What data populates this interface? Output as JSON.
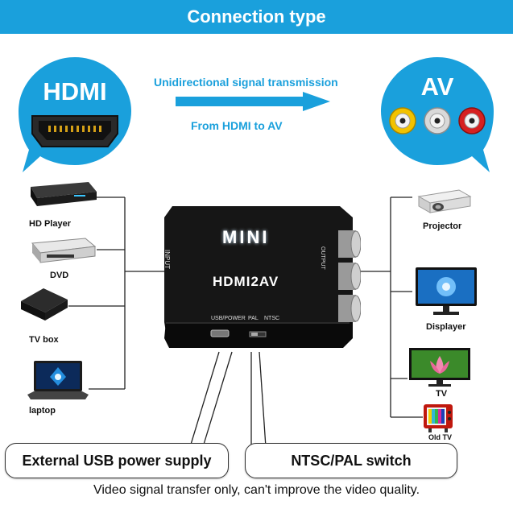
{
  "header": {
    "title": "Connection type"
  },
  "source": {
    "label": "HDMI"
  },
  "target": {
    "label": "AV"
  },
  "flow": {
    "line1": "Unidirectional signal transmission",
    "line2": "From HDMI to AV"
  },
  "device": {
    "brand": "MINI",
    "model": "HDMI2AV",
    "input_label": "INPUT",
    "output_label": "OUTPUT",
    "usb_label": "USB/POWER",
    "pal_label": "PAL",
    "ntsc_label": "NTSC"
  },
  "inputs": [
    {
      "label": "HD Player",
      "icon": "hd-player-icon"
    },
    {
      "label": "DVD",
      "icon": "dvd-player-icon"
    },
    {
      "label": "TV box",
      "icon": "tv-box-icon"
    },
    {
      "label": "laptop",
      "icon": "laptop-icon"
    }
  ],
  "outputs": [
    {
      "label": "Projector",
      "icon": "projector-icon"
    },
    {
      "label": "Displayer",
      "icon": "monitor-icon"
    },
    {
      "label": "TV",
      "icon": "tv-icon"
    },
    {
      "label": "Old TV",
      "icon": "old-tv-icon"
    }
  ],
  "callouts": {
    "usb": "External USB power supply",
    "switch": "NTSC/PAL switch"
  },
  "footer": {
    "note": "Video signal transfer only, can't improve the video quality."
  },
  "colors": {
    "accent": "#1aa0dc",
    "rca_yellow": "#f2c200",
    "rca_white": "#d9d9d9",
    "rca_red": "#d62020"
  }
}
